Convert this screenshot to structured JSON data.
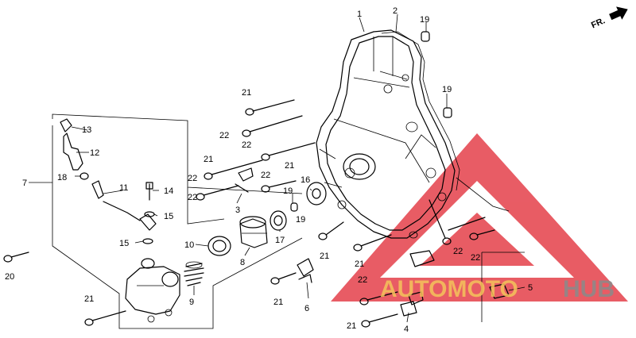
{
  "orientation": {
    "front_label": "FR."
  },
  "watermark": {
    "brand_left": "AUTOMOTO",
    "brand_right": "HUB",
    "logo": "red-triangle-logo",
    "colors": {
      "red": "#e4404a",
      "orange": "#f3c35a",
      "gray": "#8a8a8a"
    }
  },
  "callouts": {
    "c1": "1",
    "c2": "2",
    "c3": "3",
    "c4": "4",
    "c5": "5",
    "c6": "6",
    "c7": "7",
    "c8": "8",
    "c9": "9",
    "c10": "10",
    "c11": "11",
    "c12": "12",
    "c13": "13",
    "c14": "14",
    "c15a": "15",
    "c15b": "15",
    "c16": "16",
    "c17": "17",
    "c18": "18",
    "c19a": "19",
    "c19b": "19",
    "c19c": "19",
    "c20": "20",
    "c21a": "21",
    "c21b": "21",
    "c21c": "21",
    "c21d": "21",
    "c21e": "21",
    "c21f": "21",
    "c21g": "21",
    "c21h": "21",
    "c22a": "22",
    "c22b": "22",
    "c22c": "22",
    "c22d": "22",
    "c22e": "22",
    "c22f": "22",
    "c22g": "22"
  }
}
